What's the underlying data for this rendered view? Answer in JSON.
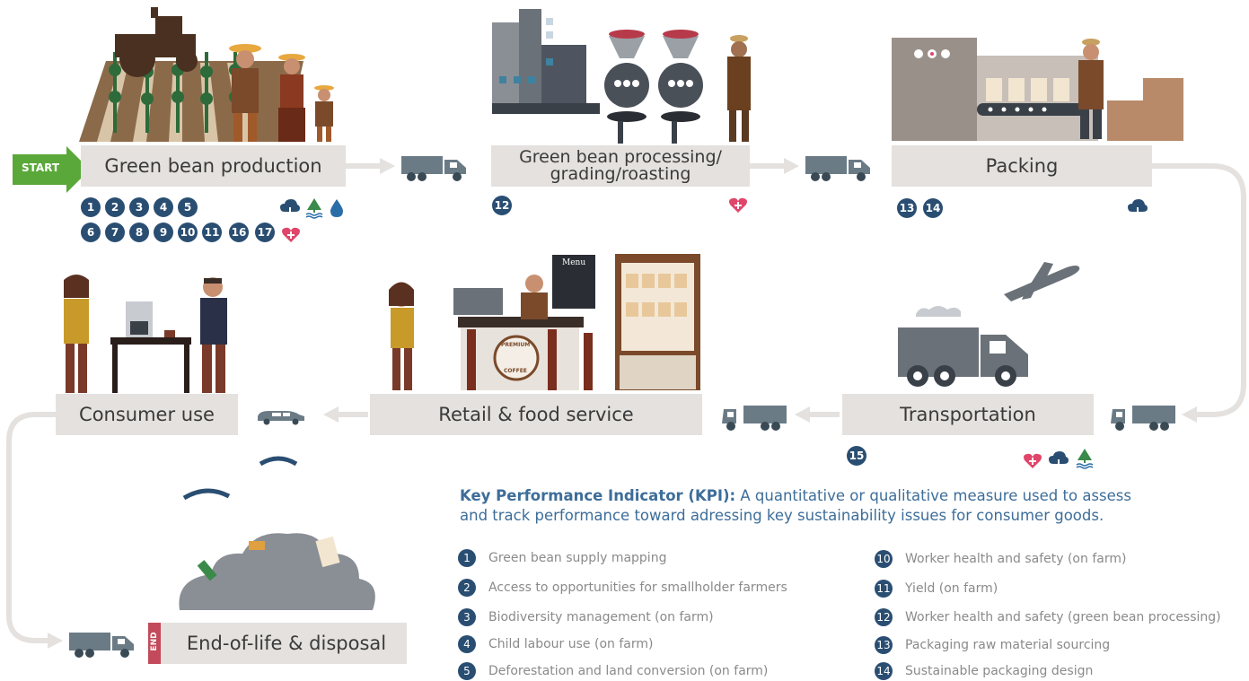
{
  "start_label": "START",
  "end_label": "END",
  "stages": {
    "green_bean_production": "Green bean production",
    "processing_line1": "Green bean processing/",
    "processing_line2": "grading/roasting",
    "packing": "Packing",
    "transportation": "Transportation",
    "retail": "Retail & food service",
    "consumer_use": "Consumer use",
    "end_of_life": "End-of-life & disposal"
  },
  "stage_kpis": {
    "production_row1": [
      "1",
      "2",
      "3",
      "4",
      "5"
    ],
    "production_row2": [
      "6",
      "7",
      "8",
      "9",
      "10",
      "11",
      "16",
      "17"
    ],
    "processing": [
      "12"
    ],
    "packing": [
      "13",
      "14"
    ],
    "transportation": [
      "15"
    ]
  },
  "menu_board": {
    "title": "Menu"
  },
  "cup_logo": {
    "top": "PREMIUM",
    "bottom": "COFFEE"
  },
  "kpi": {
    "heading": "Key Performance Indicator (KPI):",
    "definition_line1": " A quantitative or qualitative measure used to assess",
    "definition_line2": "and track performance toward adressing key sustainability issues for consumer goods.",
    "items_left": [
      {
        "n": "1",
        "text": "Green bean supply mapping"
      },
      {
        "n": "2",
        "text": "Access to opportunities for smallholder farmers"
      },
      {
        "n": "3",
        "text": "Biodiversity management (on farm)"
      },
      {
        "n": "4",
        "text": "Child labour use (on farm)"
      },
      {
        "n": "5",
        "text": "Deforestation and land conversion (on farm)"
      }
    ],
    "items_right": [
      {
        "n": "10",
        "text": "Worker health and safety (on farm)"
      },
      {
        "n": "11",
        "text": "Yield (on farm)"
      },
      {
        "n": "12",
        "text": "Worker health and safety (green bean processing)"
      },
      {
        "n": "13",
        "text": "Packaging raw material sourcing"
      },
      {
        "n": "14",
        "text": "Sustainable packaging design"
      }
    ]
  },
  "colors": {
    "stage_fill": "#e4e1de",
    "kpi_badge": "#2a4e72",
    "start_green": "#5aa83a",
    "end_red": "#c24a5a",
    "truck_grey": "#6b7b86",
    "heart": "#e0466a",
    "tree": "#3a8a4a",
    "water": "#2a6ea8"
  }
}
